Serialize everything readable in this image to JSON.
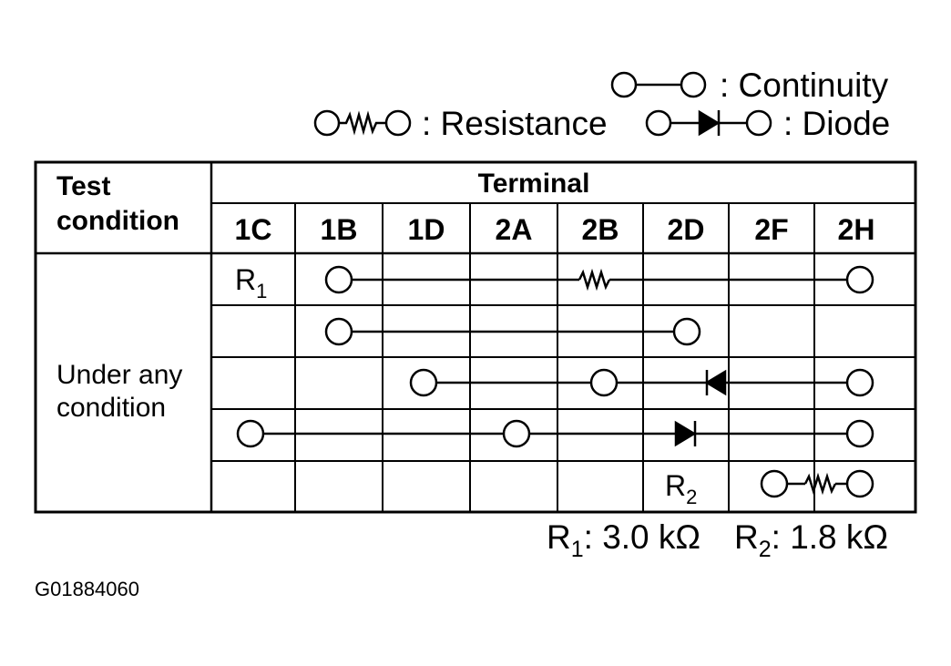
{
  "legend": {
    "continuity": ": Continuity",
    "resistance": ": Resistance",
    "diode": ": Diode"
  },
  "table": {
    "test_condition_line1": "Test",
    "test_condition_line2": "condition",
    "terminal_header": "Terminal",
    "terminals": [
      "1C",
      "1B",
      "1D",
      "2A",
      "2B",
      "2D",
      "2F",
      "2H"
    ],
    "condition_line1": "Under any",
    "condition_line2": "condition",
    "rows": [
      {
        "label": "R",
        "label_sub": "1",
        "label_col": "1C",
        "nodes": [
          "1B",
          "2H"
        ],
        "resistor_at": "2B",
        "diodes": []
      },
      {
        "label": "",
        "label_sub": "",
        "label_col": "",
        "nodes": [
          "1B",
          "2D"
        ],
        "resistor_at": "",
        "diodes": []
      },
      {
        "label": "",
        "label_sub": "",
        "label_col": "",
        "nodes": [
          "1D",
          "2B",
          "2H"
        ],
        "resistor_at": "",
        "diodes": [
          {
            "at": "2D",
            "direction": "left"
          }
        ]
      },
      {
        "label": "",
        "label_sub": "",
        "label_col": "",
        "nodes": [
          "1C",
          "2A",
          "2H"
        ],
        "resistor_at": "",
        "diodes": [
          {
            "at": "2D",
            "direction": "right"
          }
        ]
      },
      {
        "label": "R",
        "label_sub": "2",
        "label_col": "2D",
        "nodes": [
          "2F",
          "2H"
        ],
        "resistor_at": "between",
        "diodes": []
      }
    ]
  },
  "notes": {
    "r1_label": "R",
    "r1_sub": "1",
    "r1_value": ": 3.0 kΩ",
    "r2_label": "R",
    "r2_sub": "2",
    "r2_value": ": 1.8 kΩ"
  },
  "figure_id": "G01884060"
}
